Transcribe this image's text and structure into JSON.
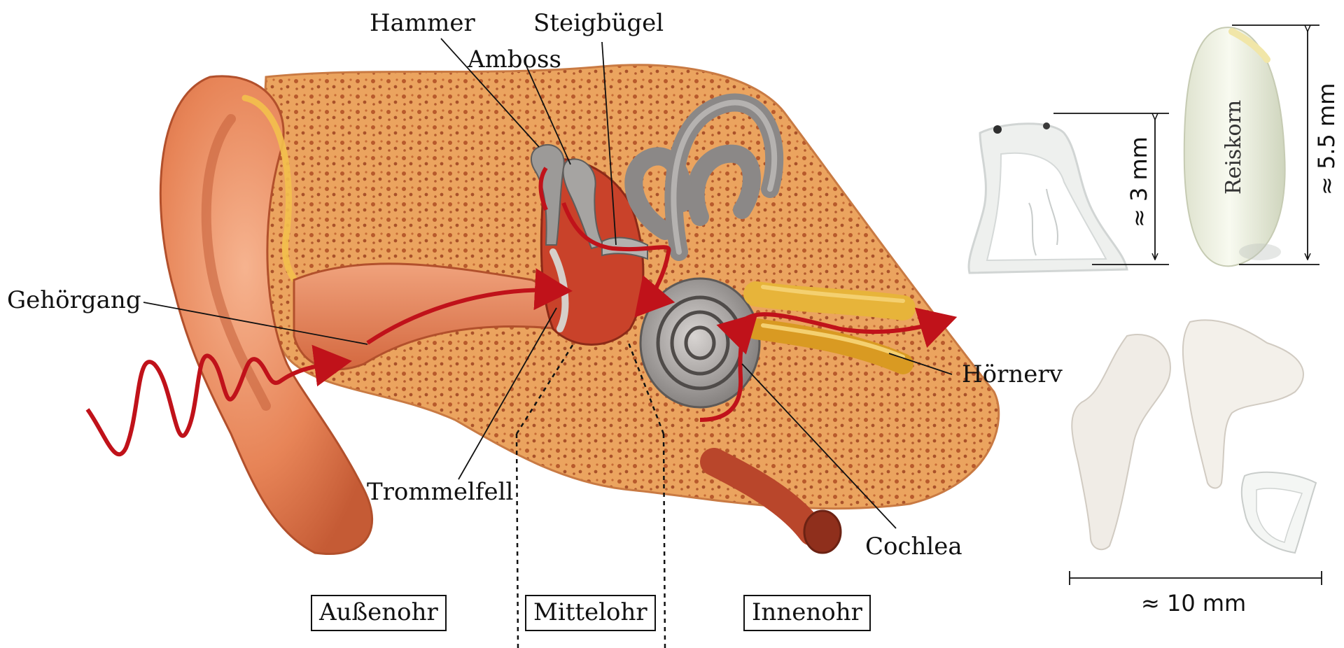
{
  "labels": {
    "hammer": "Hammer",
    "steigbuegel": "Steigbügel",
    "amboss": "Amboss",
    "gehoergang": "Gehörgang",
    "trommelfell": "Trommelfell",
    "hoernerv": "Hörnerv",
    "cochlea": "Cochlea"
  },
  "regions": {
    "aussenohr": "Außenohr",
    "mittelohr": "Mittelohr",
    "innenohr": "Innenohr"
  },
  "specimens": {
    "stapes_height": "≈ 3 mm",
    "rice_label": "Reiskorn",
    "rice_height": "≈ 5.5 mm",
    "ossicles_width": "≈ 10 mm"
  },
  "colors": {
    "sound_arrow": "#c0121a",
    "bone": "#e9a765",
    "skin": "#e98a62",
    "cochlea_gray": "#8f8f8f",
    "nerve": "#e7b43a"
  }
}
